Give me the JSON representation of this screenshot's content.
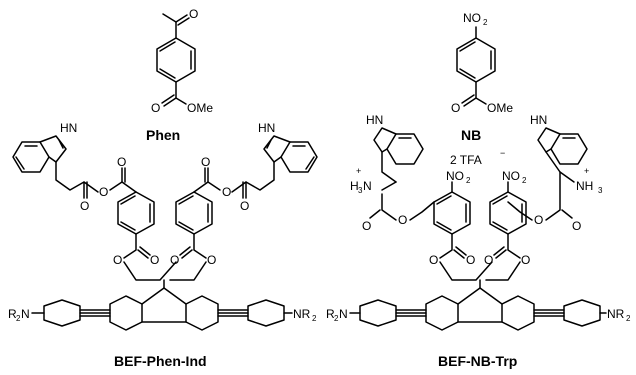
{
  "compounds": {
    "phen": {
      "name": "Phen",
      "ester_label": "OMe"
    },
    "nb": {
      "name": "NB",
      "nitro_label": "NO",
      "nitro_sub": "2",
      "ester_label": "OMe"
    },
    "bef_phen_ind": {
      "name": "BEF-Phen-Ind",
      "indole_nh": "HN",
      "indole_nh_right": "HN",
      "amine_left": "R",
      "amine_left_sub": "2",
      "amine_left_N": "N",
      "amine_right_N": "NR",
      "amine_right_sub": "2"
    },
    "bef_nb_trp": {
      "name": "BEF-NB-Trp",
      "indole_nh": "HN",
      "indole_nh_right": "HN",
      "amine_left": "H",
      "amine_left_sub": "3",
      "amine_left_N": "N",
      "amine_right": "NH",
      "amine_right_sub": "3",
      "charge": "+",
      "counterion": "2 TFA",
      "counterion_charge": "−",
      "nitro_label": "NO",
      "nitro_sub": "2",
      "r2n_left": "R",
      "r2n_left_sub": "2",
      "r2n_left_N": "N",
      "r2n_right": "NR",
      "r2n_right_sub": "2"
    }
  }
}
